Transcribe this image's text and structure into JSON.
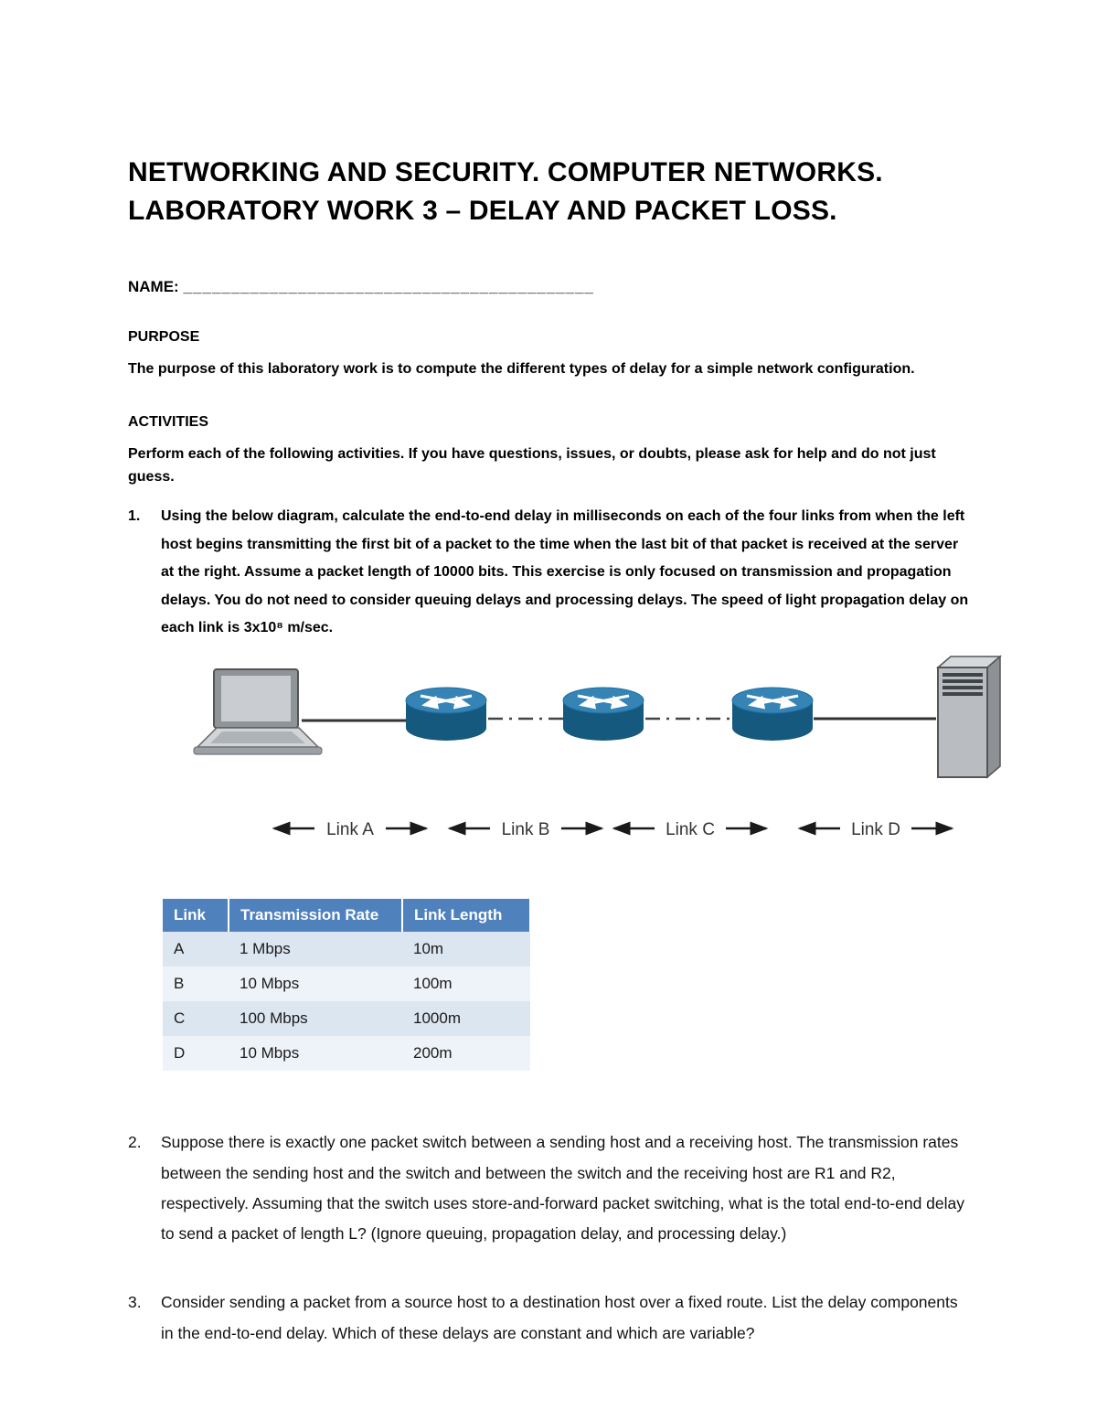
{
  "page": {
    "title_line1": "NETWORKING AND SECURITY. COMPUTER NETWORKS.",
    "title_line2": "LABORATORY WORK 3 – DELAY AND PACKET LOSS.",
    "name_label": "NAME:",
    "name_blank": "___________________________________________",
    "purpose_heading": "PURPOSE",
    "purpose_text": "The purpose of this laboratory work is to compute the different types of delay for a simple network configuration.",
    "activities_heading": "ACTIVITIES",
    "activities_intro": "Perform each of the following activities. If you have questions, issues, or doubts, please ask for help and do not just guess."
  },
  "questions": [
    {
      "number": "1.",
      "text": "Using the below diagram, calculate the end-to-end delay in milliseconds on each of the four links from when the left host begins transmitting the first bit of a packet to the time when the last bit of that packet is received at the server at the right.  Assume a packet length of 10000 bits.  This exercise is only focused on transmission and propagation delays.  You do not need to consider queuing delays and processing delays. The speed of light propagation delay on each link is 3x10⁸ m/sec."
    },
    {
      "number": "2.",
      "text": "Suppose there is exactly one packet switch between a sending host and a receiving host. The transmission rates between the sending host and the switch and between the switch and the receiving host are R1 and R2, respectively. Assuming that the switch uses store-and-forward packet switching, what is the total end-to-end delay to send a packet of length L? (Ignore queuing, propagation delay, and processing delay.)"
    },
    {
      "number": "3.",
      "text": "Consider sending a packet from a source host to a destination host over a fixed route. List the delay components in the end-to-end delay. Which of these delays are constant and which are variable?"
    }
  ],
  "diagram": {
    "link_labels": [
      "Link A",
      "Link B",
      "Link C",
      "Link D"
    ],
    "devices": [
      "laptop-host",
      "router-1",
      "router-2",
      "router-3",
      "server-host"
    ]
  },
  "table": {
    "headers": [
      "Link",
      "Transmission Rate",
      "Link Length"
    ],
    "rows": [
      [
        "A",
        "1 Mbps",
        "10m"
      ],
      [
        "B",
        "10 Mbps",
        "100m"
      ],
      [
        "C",
        "100 Mbps",
        "1000m"
      ],
      [
        "D",
        "10 Mbps",
        "200m"
      ]
    ]
  },
  "colors": {
    "table_header_bg": "#4f81bd",
    "table_row_alt": "#dce6f1",
    "router_top": "#3584b5",
    "router_body": "#15597f"
  }
}
